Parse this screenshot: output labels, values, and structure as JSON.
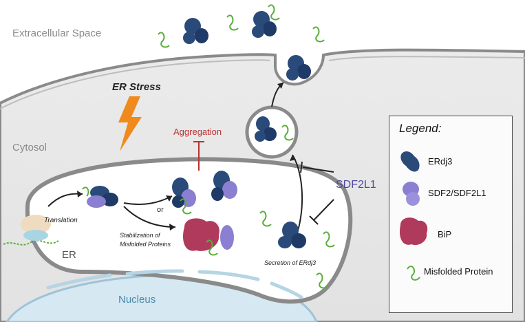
{
  "regions": {
    "extracellular": "Extracellular Space",
    "cytosol": "Cytosol",
    "er": "ER",
    "nucleus": "Nucleus"
  },
  "labels": {
    "er_stress": "ER Stress",
    "aggregation": "Aggregation",
    "translation": "Translation",
    "or": "or",
    "stabilization_line1": "Stabilization of",
    "stabilization_line2": "Misfolded Proteins",
    "sdf2l1": "SDF2L1",
    "secretion": "Secretion of ERdj3"
  },
  "legend": {
    "title": "Legend:",
    "items": [
      {
        "label": "ERdj3",
        "icon": "erdj3-icon"
      },
      {
        "label": "SDF2/SDF2L1",
        "icon": "sdf2-icon"
      },
      {
        "label": "BiP",
        "icon": "bip-icon"
      },
      {
        "label": "Misfolded Protein",
        "icon": "misfolded-protein-icon"
      }
    ]
  },
  "colors": {
    "erdj3": "#2a4a7a",
    "sdf2": "#8a7fd0",
    "bip": "#b03a5c",
    "misfolded": "#5aae3a",
    "stress_bolt": "#f08a1c",
    "aggregation_text": "#b83232",
    "sdf2l1_text": "#5048a0",
    "nucleus_text": "#4a8aa8",
    "membrane": "#888888"
  }
}
